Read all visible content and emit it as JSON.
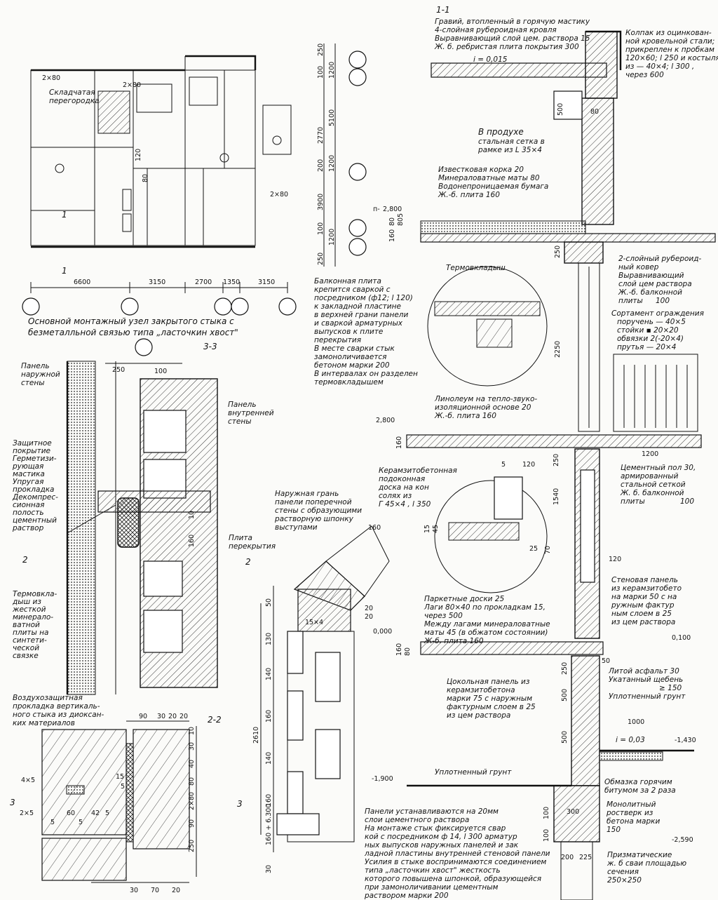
{
  "plan": {
    "folding_partition": [
      "Складчатая",
      "перегородка"
    ],
    "dims_bottom": [
      "6600",
      "3150",
      "2700",
      "1350",
      "3150"
    ],
    "dims_right": [
      "250",
      "1200",
      "100",
      "5100",
      "2770",
      "200",
      "1200",
      "3900",
      "100",
      "1200",
      "250"
    ],
    "dim_2x80_a": "2×80",
    "dim_2x80_b": "2×80",
    "dim_2x80_c": "2×80",
    "dim_120": "120",
    "dim_80": "80",
    "section_mark": "1",
    "note_1": "1"
  },
  "caption": {
    "line1": "Основной монтажный узел закрытого стыка с",
    "line2": "безметалльной связью типа „ласточкин хвост\""
  },
  "section_33": {
    "title": "3-3",
    "dim_250": "250",
    "dim_100": "100",
    "dim_160": "160",
    "dim_10": "10",
    "outer_panel": [
      "Панель",
      "наружной",
      "стены"
    ],
    "inner_panel": [
      "Панель",
      "внутренней",
      "стены"
    ],
    "layers": [
      "Защитное",
      "покрытие",
      "Герметизи-",
      "рующая",
      "мастика",
      "Упругая",
      "прокладка",
      "Декомпрес-",
      "сионная",
      "полость",
      "цементный",
      "раствор"
    ],
    "slab": [
      "Плита",
      "перекрытия"
    ],
    "insert": [
      "Термовкла-",
      "дыш из",
      "жесткой",
      "минерало-",
      "ватной",
      "плиты на",
      "синтети-",
      "ческой",
      "связке"
    ],
    "airproof": [
      "Воздухозащитная",
      "прокладка вертикаль-",
      "ного стыка из диоксан-",
      "ких материалов"
    ],
    "mark2a": "2",
    "mark2b": "2"
  },
  "section_22": {
    "title": "2-2",
    "dims_top": [
      "90",
      "30",
      "20",
      "20"
    ],
    "dims_right": [
      "10",
      "30",
      "40",
      "80",
      "2×80",
      "90",
      "250"
    ],
    "dims_left": [
      "4×5",
      "2×5",
      "60",
      "5",
      "5",
      "42",
      "5",
      "15",
      "5"
    ],
    "dims_bottom": [
      "30",
      "70",
      "20"
    ],
    "mark3a": "3",
    "mark3b": "3"
  },
  "iso": {
    "note": [
      "Наружная грань",
      "панели поперечной",
      "стены с образующими",
      "растворную шпонку",
      "выступами"
    ],
    "dims_left": [
      "50",
      "130",
      "140",
      "160",
      "140",
      "160",
      "160 + 6.300",
      "30"
    ],
    "dim_total": "2610",
    "dim_top": "160",
    "dim_15": "15×4",
    "dim_20a": "20",
    "dim_20b": "20"
  },
  "section_11": {
    "title": "1-1",
    "roof": [
      "Гравий, втопленный в горячую мастику",
      "4-слойная рубероидная кровля",
      "Выравнивающий слой цем. раствора 15",
      "Ж. б. ребристая плита покрытия 300"
    ],
    "slope": "i = 0,015",
    "cap": [
      "Колпак из оцинкован-",
      "ной кровельной стали;",
      "прикреплен к пробкам",
      "120×60; l 250 и костылям",
      "из — 40×4; l 300 ,",
      "через 600"
    ],
    "vent": [
      "В продухе",
      "стальная сетка в",
      "рамке из L 35×4"
    ],
    "dim_500": "500",
    "dim_80": "80",
    "attic": [
      "Известковая корка 20",
      "Минераловатные маты 80",
      "Водонепроницаемая бумага",
      "Ж.-б. плита 160"
    ],
    "level_top": "2,800",
    "level_mark": "п-",
    "dims_slab": [
      "80",
      "160",
      "80",
      "5"
    ],
    "thermal": "Термовкладыш",
    "balcony_slab": [
      "Балконная плита",
      "крепится сваркой с",
      "посредником (ф12; l 120)",
      "к закладной пластине",
      "в верхней грани панели",
      "и сваркой арматурных",
      "выпусков к плите",
      "перекрытия",
      "В месте сварки стык",
      "замоноличивается",
      "бетоном марки 200",
      "В интервалах он разделен",
      "термовкладышем"
    ],
    "carpet": [
      "2-слойный рубероид-",
      "ный ковер",
      "Выравнивающий",
      "слой цем раствора",
      "Ж.-б. балконной",
      "плиты",
      "100"
    ],
    "dim_250": "250",
    "dim_2250": "2250",
    "railing": [
      "Сортамент ограждения",
      "поручень — 40×5",
      "стойки ▪ 20×20",
      "обвязки 2(-20×4)",
      "прутья — 20×4"
    ],
    "linoleum": [
      "Линолеум на тепло-звуко-",
      "изоляционной основе   20",
      "Ж.-б. плита            160"
    ],
    "level_mid": "2,800",
    "dim_160": "160",
    "dim_1200": "1200",
    "floor": [
      "Цементный пол 30,",
      "армированный",
      "стальной сеткой",
      "Ж. б. балконной",
      "плиты",
      "100"
    ],
    "lintel": [
      "Керамзитобетонная",
      "подоконная",
      "доска на кон",
      "солях из",
      "Г 45×4 , l 350"
    ],
    "dims_lintel": [
      "5",
      "120",
      "250",
      "1540",
      "15",
      "45",
      "25",
      "70"
    ],
    "dim_120": "120",
    "wall_panel": [
      "Стеновая панель",
      "из керамзитобето",
      "на марки 50 с на",
      "ружным фактур",
      "ным слоем в 25",
      "из цем раствора"
    ],
    "parquet": [
      "Паркетные доски 25",
      "Лаги 80×40 по прокладкам 15,",
      "через 500",
      "Между лагами минераловатные",
      "маты 45 (в обжатом состоянии)",
      "Ж-б. плита                 160"
    ],
    "dims_0": [
      "25",
      "20",
      "50",
      "30"
    ],
    "level_zero": "0,000",
    "level_right": "0,100",
    "dim_160b": "160",
    "dim_80b": "80",
    "dims_plinth": [
      "50",
      "250",
      "500",
      "500"
    ],
    "plinth": [
      "Цокольная панель из",
      "керамзитобетона",
      "марки 75 с наружным",
      "фактурным слоем в 25",
      "из цем раствора"
    ],
    "asphalt": [
      "Литой асфальт 30",
      "Укатанный щебень",
      "≥ 150",
      "Уплотненный грунт"
    ],
    "dim_1000": "1000",
    "slope2": "i = 0,03",
    "level_430": "-1,430",
    "ground": "Уплотненный грунт",
    "level_1900": "-1,900",
    "bitumen": [
      "Обмазка горячим",
      "битумом за 2 раза"
    ],
    "panels_note": [
      "Панели устанавливаются на 20мм",
      "слои цементного раствора",
      "На монтаже стык фиксируется свар",
      "кой с посредником ф 14, l 300 арматур",
      "ных выпусков наружных панелей и зак",
      "ладной пластины внутренней стеновой панели",
      "Усилия в стыке воспринимаются соединением",
      "типа „ласточкин хвост\" жесткость",
      "которого повышена шпонкой, образующейся",
      "при замоноличивании цементным",
      "раствором марки 200"
    ],
    "footing": [
      "Монолитный",
      "ростверк из",
      "бетона марки",
      "150"
    ],
    "level_2590": "-2,590",
    "dims_footing": [
      "100",
      "300",
      "100",
      "200",
      "225"
    ],
    "pile": [
      "Призматические",
      "ж. б сваи площадью",
      "сечения",
      "250×250"
    ]
  }
}
